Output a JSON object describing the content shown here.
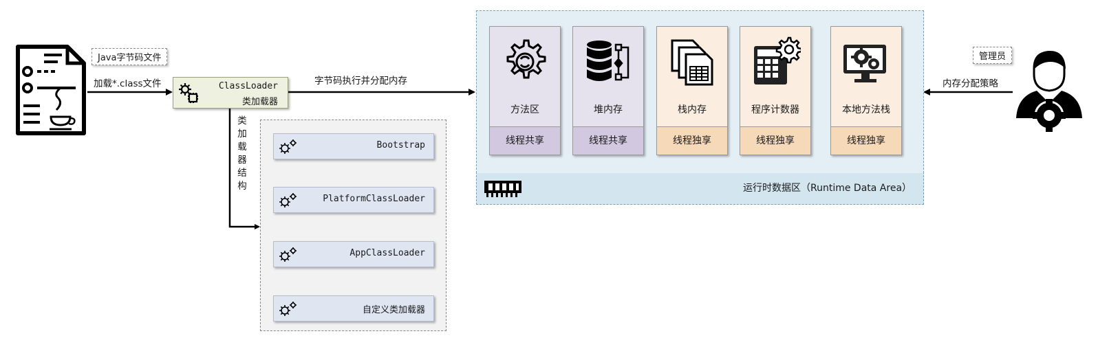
{
  "file_icon": {
    "name": "java-file-icon",
    "callout": "Java字节码文件"
  },
  "edge_load_label": "加载*.class文件",
  "classloader": {
    "line1": "ClassLoader",
    "line2": "类加载器",
    "icon": "gears-chip-icon"
  },
  "edge_exec_label": "字节码执行并分配内存",
  "structure_label": "类加载器结构",
  "loaders": [
    {
      "label": "Bootstrap"
    },
    {
      "label": "PlatformClassLoader"
    },
    {
      "label": "AppClassLoader"
    },
    {
      "label": "自定义类加载器"
    }
  ],
  "runtime_area": {
    "label": "运行时数据区（Runtime Data Area）",
    "icon": "memory-chip-icon",
    "blocks": [
      {
        "title": "方法区",
        "scope": "线程共享",
        "kind": "shared",
        "icon": "gear-cycle-icon"
      },
      {
        "title": "堆内存",
        "scope": "线程共享",
        "kind": "shared",
        "icon": "database-flow-icon"
      },
      {
        "title": "栈内存",
        "scope": "线程独享",
        "kind": "exclusive",
        "icon": "stacked-sheets-icon"
      },
      {
        "title": "程序计数器",
        "scope": "线程独享",
        "kind": "exclusive",
        "icon": "calculator-gear-icon"
      },
      {
        "title": "本地方法栈",
        "scope": "线程独享",
        "kind": "exclusive",
        "icon": "monitor-gears-icon"
      }
    ]
  },
  "manager": {
    "callout": "管理员",
    "edge_label": "内存分配策略",
    "icon": "admin-gear-person-icon"
  },
  "colors": {
    "shared_fill": "#e5e2ee",
    "shared_footer": "#d2c9e0",
    "exclusive_fill": "#fbeee0",
    "exclusive_footer": "#f6d9b8",
    "loader_fill": "#dfe6f2",
    "classloader_fill": "#eef1df",
    "runtime_fill": "#d3e6ef"
  }
}
